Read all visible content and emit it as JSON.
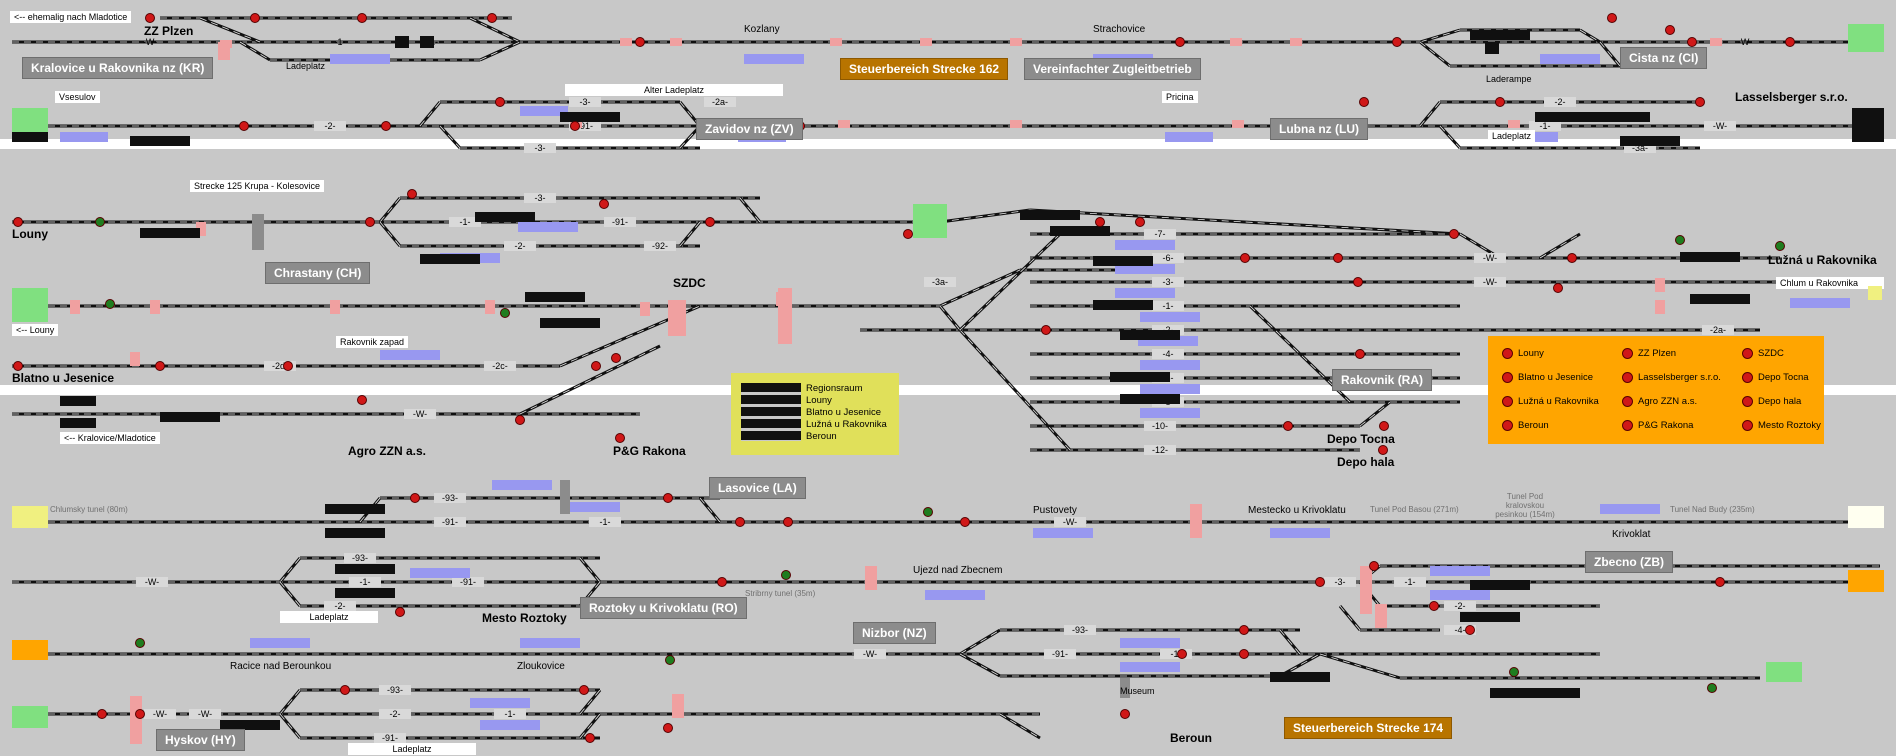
{
  "colors": {
    "background": "#c8c8c8",
    "separator": "#ffffff",
    "track": "#101010",
    "signal_red": "#d01818",
    "signal_green": "#1f7d1f",
    "block_occupied": "#f0a0a0",
    "platform": "#9898f0",
    "area_label": "#8c8c8c",
    "control_area": "#b87400",
    "legend_bg": "#ffa500",
    "regions_bg": "#e0e05a",
    "edge_green": "#80e080",
    "edge_yellow": "#f0f080",
    "edge_orange": "#ffa500"
  },
  "top_band": {
    "edge_label_left": "<-- ehemalig nach Mladotice",
    "stations": [
      {
        "label": "ZZ Plzen"
      },
      {
        "label": "Kozlany"
      },
      {
        "label": "Strachovice"
      },
      {
        "label": "Vsesulov"
      },
      {
        "label": "Pricina"
      }
    ],
    "areas": [
      {
        "label": "Kralovice u Rakovnika nz (KR)",
        "style": "grey"
      },
      {
        "label": "Steuerbereich Strecke 162",
        "style": "orange"
      },
      {
        "label": "Vereinfachter Zugleitbetrieb",
        "style": "grey"
      },
      {
        "label": "Cista nz (CI)",
        "style": "grey"
      },
      {
        "label": "Zavidov nz (ZV)",
        "style": "grey"
      },
      {
        "label": "Lubna nz (LU)",
        "style": "grey"
      },
      {
        "label": "Lasselsberger s.r.o.",
        "style": "bold"
      }
    ],
    "tags": [
      "Ladeplatz",
      "Alter Ladeplatz",
      "Laderampe",
      "Ladeplatz"
    ],
    "track_marks": [
      "-W-",
      "-1-",
      "-91-",
      "-W-",
      "-2-",
      "-91-",
      "-3-",
      "-2a-",
      "-1-",
      "-3-",
      "-2-",
      "-1-",
      "-W-",
      "-3a-"
    ]
  },
  "mid_band": {
    "strecke_label": "Strecke 125 Krupa - Kolesovice",
    "stations": [
      {
        "label": "Louny"
      },
      {
        "label": "SZDC"
      },
      {
        "label": "Blatno u Jesenice"
      },
      {
        "label": "Agro ZZN a.s."
      },
      {
        "label": "P&G Rakona"
      },
      {
        "label": "Lasselsberger s.r.o."
      },
      {
        "label": "Lužná u Rakovnika"
      },
      {
        "label": "Depo Tocna"
      },
      {
        "label": "Depo hala"
      }
    ],
    "areas": [
      {
        "label": "Chrastany (CH)",
        "style": "grey"
      },
      {
        "label": "Rakovnik (RA)",
        "style": "grey"
      }
    ],
    "tags": [
      "<-- Louny",
      "Rakovnik zapad",
      "<-- Kralovice/Mladotice",
      "Chlum u Rakovnika"
    ],
    "track_marks": [
      "-3-",
      "-1-",
      "-91-",
      "-2-",
      "-92-",
      "-W-",
      "-2d-",
      "-2c-",
      "-W-",
      "-3a-",
      "-7-",
      "-6-",
      "-5-",
      "-3-",
      "-1-",
      "-2-",
      "-4-",
      "-6-",
      "-8-",
      "-10-",
      "-12-",
      "-2a-",
      "-W-",
      "-W-"
    ],
    "regions_panel": {
      "entries": [
        "Regionsraum",
        "Louny",
        "Blatno u Jesenice",
        "Lužná u Rakovnika",
        "Beroun"
      ]
    },
    "legend_panel": {
      "entries": [
        [
          "Louny",
          "ZZ Plzen",
          "SZDC"
        ],
        [
          "Blatno u Jesenice",
          "Lasselsberger s.r.o.",
          "Depo Tocna"
        ],
        [
          "Lužná u Rakovnika",
          "Agro ZZN a.s.",
          "Depo hala"
        ],
        [
          "Beroun",
          "P&G Rakona",
          "Mesto Roztoky"
        ]
      ]
    }
  },
  "bottom_band": {
    "stations": [
      {
        "label": "Chlumsky tunel (80m)"
      },
      {
        "label": "Pustovety"
      },
      {
        "label": "Mestecko u Krivoklatu"
      },
      {
        "label": "Tunel Pod Basou (271m)"
      },
      {
        "label": "Tunel Pod kralovskou pesinkou (154m)"
      },
      {
        "label": "Tunel Nad Budy (235m)"
      },
      {
        "label": "Krivoklat"
      },
      {
        "label": "Ujezd nad Zbecnem"
      },
      {
        "label": "Stribrny tunel (35m)"
      },
      {
        "label": "Mesto Roztoky"
      },
      {
        "label": "Racice nad Berounkou"
      },
      {
        "label": "Zloukovice"
      },
      {
        "label": "Beroun"
      },
      {
        "label": "Museum"
      }
    ],
    "areas": [
      {
        "label": "Lasovice (LA)",
        "style": "grey"
      },
      {
        "label": "Zbecno (ZB)",
        "style": "grey"
      },
      {
        "label": "Roztoky u Krivoklatu (RO)",
        "style": "grey"
      },
      {
        "label": "Nizbor (NZ)",
        "style": "grey"
      },
      {
        "label": "Hyskov (HY)",
        "style": "grey"
      },
      {
        "label": "Steuerbereich Strecke 174",
        "style": "orange"
      }
    ],
    "tags": [
      "Ladeplatz",
      "Ladeplatz",
      "Museum"
    ],
    "track_marks": [
      "-93-",
      "-91-",
      "-1-",
      "-W-",
      "-93-",
      "-1-",
      "-91-",
      "-2-",
      "-W-",
      "-3-",
      "-1-",
      "-2-",
      "-4-",
      "-93-",
      "-91-",
      "-1-",
      "-W-",
      "-W-",
      "-93-",
      "-1-",
      "-91-",
      "-2-",
      "-W-"
    ]
  }
}
